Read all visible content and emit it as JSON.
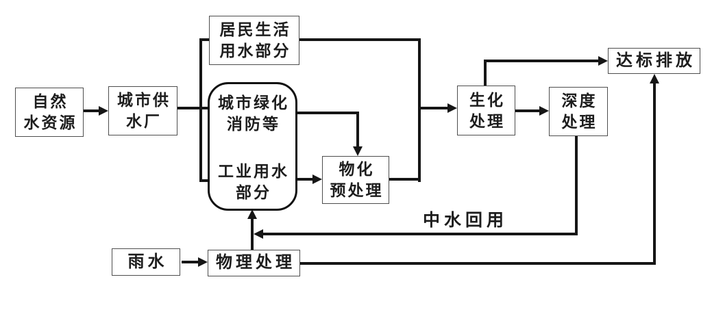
{
  "diagram": {
    "type": "flowchart",
    "language": "zh-CN",
    "nodes": {
      "natural_water": {
        "lines": [
          "自然",
          "水资源"
        ]
      },
      "city_water_plant": {
        "lines": [
          "城市供",
          "水厂"
        ]
      },
      "residential_water": {
        "lines": [
          "居民生活",
          "用水部分"
        ]
      },
      "greening_industrial": {
        "greening_lines": [
          "城市绿化",
          "消防等"
        ],
        "industrial_lines": [
          "工业用水",
          "部分"
        ]
      },
      "physchem_pretreatment": {
        "lines": [
          "物化",
          "预处理"
        ]
      },
      "biochemical_treatment": {
        "lines": [
          "生化",
          "处理"
        ]
      },
      "advanced_treatment": {
        "lines": [
          "深度",
          "处理"
        ]
      },
      "standard_discharge": {
        "lines": [
          "达标排放"
        ]
      },
      "rainwater": {
        "lines": [
          "雨水"
        ]
      },
      "physical_treatment": {
        "lines": [
          "物理处理"
        ]
      }
    },
    "edge_labels": {
      "reclaimed_water": "中水回用"
    },
    "edges": [
      {
        "from": "natural_water",
        "to": "city_water_plant"
      },
      {
        "from": "city_water_plant",
        "to": "residential_water"
      },
      {
        "from": "city_water_plant",
        "to": "greening_industrial"
      },
      {
        "from": "residential_water",
        "to": "biochemical_treatment"
      },
      {
        "from": "greening_industrial.greening",
        "to": "physchem_pretreatment"
      },
      {
        "from": "greening_industrial.industrial",
        "to": "physchem_pretreatment"
      },
      {
        "from": "physchem_pretreatment",
        "to": "biochemical_treatment"
      },
      {
        "from": "biochemical_treatment",
        "to": "standard_discharge"
      },
      {
        "from": "biochemical_treatment",
        "to": "advanced_treatment"
      },
      {
        "from": "advanced_treatment",
        "to": "greening_industrial",
        "label": "中水回用"
      },
      {
        "from": "rainwater",
        "to": "physical_treatment"
      },
      {
        "from": "physical_treatment",
        "to": "greening_industrial"
      },
      {
        "from": "physical_treatment",
        "to": "standard_discharge"
      }
    ],
    "colors": {
      "line": "#161616",
      "box_border": "#4d4d4d",
      "text": "#1d1d1d",
      "background": "#ffffff"
    }
  }
}
